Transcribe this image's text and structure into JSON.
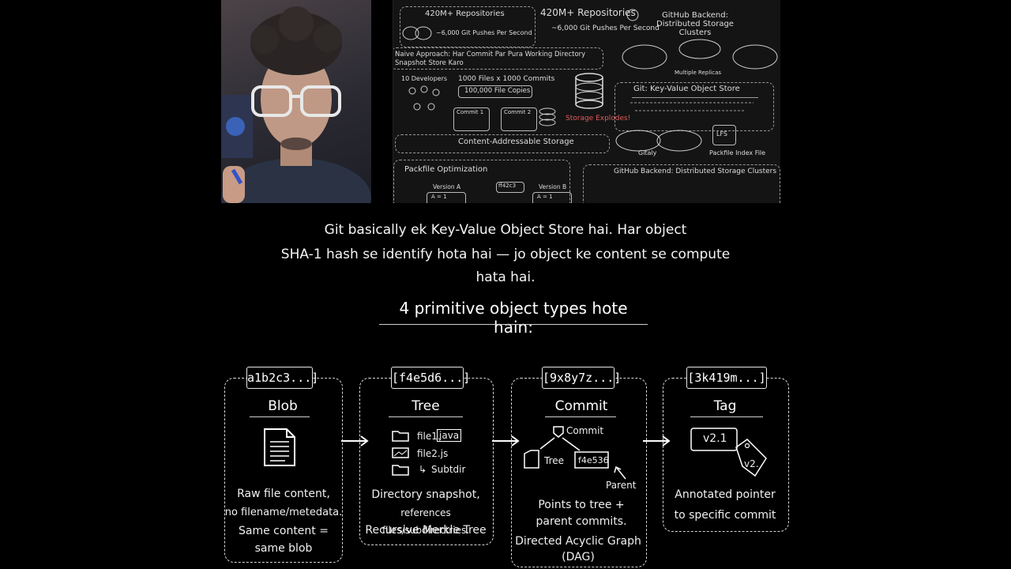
{
  "board": {
    "repos_left": "420M+ Repositories",
    "pushes_left": "~6,000 Git Pushes Per Second",
    "repos_right": "420M+ Repositories",
    "pushes_right": "~6,000 Git Pushes Per Second",
    "backend_title": "GitHub Backend: Distributed Storage Clusters",
    "multiple_replicas": "Multiple Replicas",
    "naive_title": "Naive Approach: Har Commit Par Pura Working Directory Snapshot Store Karo",
    "developers": "10 Developers",
    "files_commits": "1000 Files x 1000 Commits",
    "file_copies": "100,000 File Copies",
    "commit1": "Commit 1",
    "commit2": "Commit 2",
    "storage_explodes": "Storage Explodes!",
    "kv_title": "Git: Key-Value Object Store",
    "gitaly": "Gitaly",
    "packfile_index": "Packfile Index File",
    "lfs": "LFS",
    "cas": "Content-Addressable Storage",
    "packfile_opt": "Packfile Optimization",
    "version_a": "Version A",
    "version_b": "Version B",
    "hash_small": "ff42c3",
    "a1": "A = 1",
    "backend_bottom": "GitHub Backend: Distributed Storage Clusters"
  },
  "caption": {
    "line1": "Git basically ek Key-Value Object Store hai. Har object",
    "line2": "SHA-1 hash se identify hota hai — jo object ke content se compute",
    "line3": "hata hai."
  },
  "heading": "4 primitive object types hote hain:",
  "cards": [
    {
      "hash": "a1b2c3...]",
      "title": "Blob",
      "desc": [
        "Raw file content,",
        "no filename/metedata.",
        "Same content =",
        "same blob"
      ]
    },
    {
      "hash": "[f4e5d6...]",
      "title": "Tree",
      "files": [
        "file1.",
        "java",
        "file2.js",
        "Subtdir"
      ],
      "desc": [
        "Directory snapshot,",
        "references files/subdirectries.",
        "Recursive Merkle Tree"
      ]
    },
    {
      "hash": "[9x8y7z...]",
      "title": "Commit",
      "labels": [
        "Commit",
        "Tree",
        "f4e536",
        "Parent"
      ],
      "desc": [
        "Points to tree +",
        "parent commits.",
        "Directed Acyclic Graph",
        "(DAG)"
      ]
    },
    {
      "hash": "[3k419m...]",
      "title": "Tag",
      "labels": [
        "v2.1",
        "v2."
      ],
      "desc": [
        "Annotated pointer",
        "to specific commit"
      ]
    }
  ]
}
